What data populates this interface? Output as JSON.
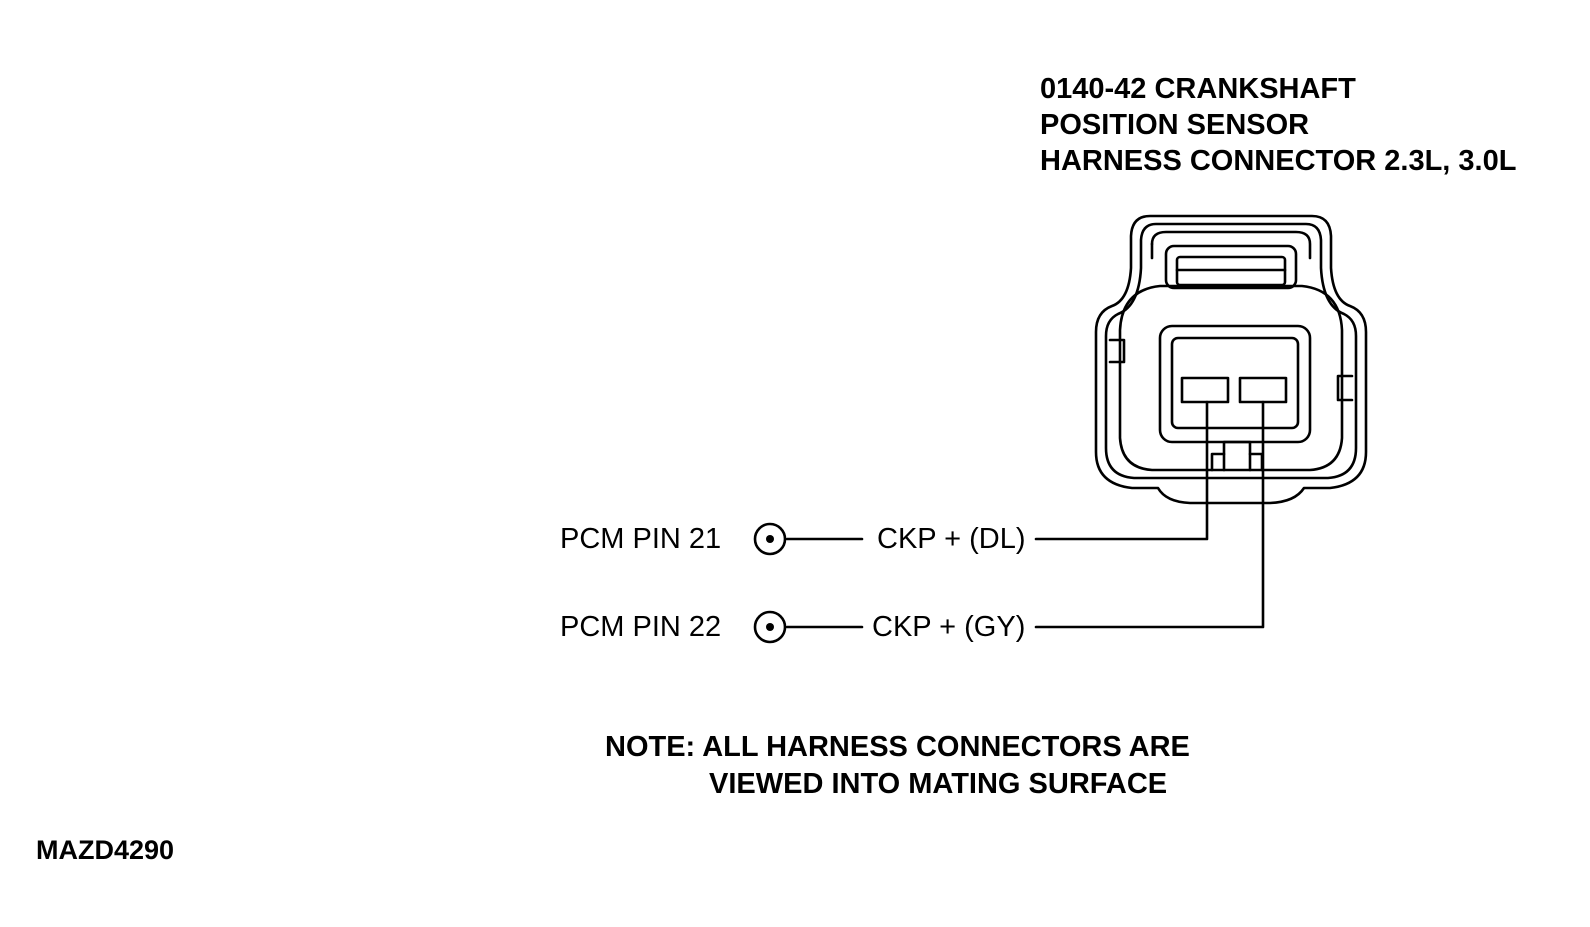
{
  "title": {
    "line1": "0140-42 CRANKSHAFT",
    "line2": "POSITION SENSOR",
    "line3": "HARNESS CONNECTOR 2.3L, 3.0L"
  },
  "pins": [
    {
      "label": "PCM PIN 21",
      "wire": "CKP + (DL)"
    },
    {
      "label": "PCM PIN 22",
      "wire": "CKP + (GY)"
    }
  ],
  "note": {
    "line1": "NOTE: ALL HARNESS CONNECTORS ARE",
    "line2": "VIEWED INTO MATING SURFACE"
  },
  "figure_id": "MAZD4290"
}
